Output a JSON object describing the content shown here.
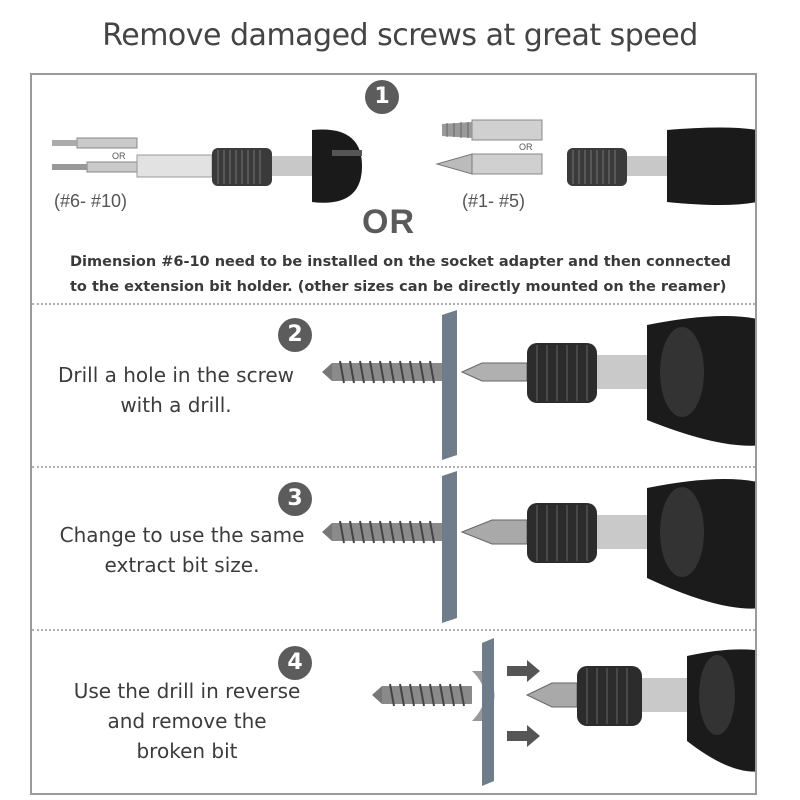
{
  "title": "Remove damaged screws at great speed",
  "step1": {
    "number": "1",
    "left_size": "(#6- #10)",
    "right_size": "(#1- #5)",
    "or_big": "OR",
    "or_small_left": "OR",
    "or_small_right": "OR",
    "note": "Dimension #6-10 need to be installed on the socket adapter and then connected to the extension bit holder. (other sizes can be directly mounted on the reamer)"
  },
  "steps": [
    {
      "number": "2",
      "line1": "Drill a hole in the screw",
      "line2": "with a drill.",
      "line3": ""
    },
    {
      "number": "3",
      "line1": "Change to use the same",
      "line2": "extract bit size.",
      "line3": ""
    },
    {
      "number": "4",
      "line1": "Use the drill in reverse",
      "line2": "and remove the",
      "line3": "broken bit"
    }
  ],
  "colors": {
    "frame": "#9a9a9a",
    "badge": "#5c5c5c",
    "drill": "#1a1a1a"
  }
}
